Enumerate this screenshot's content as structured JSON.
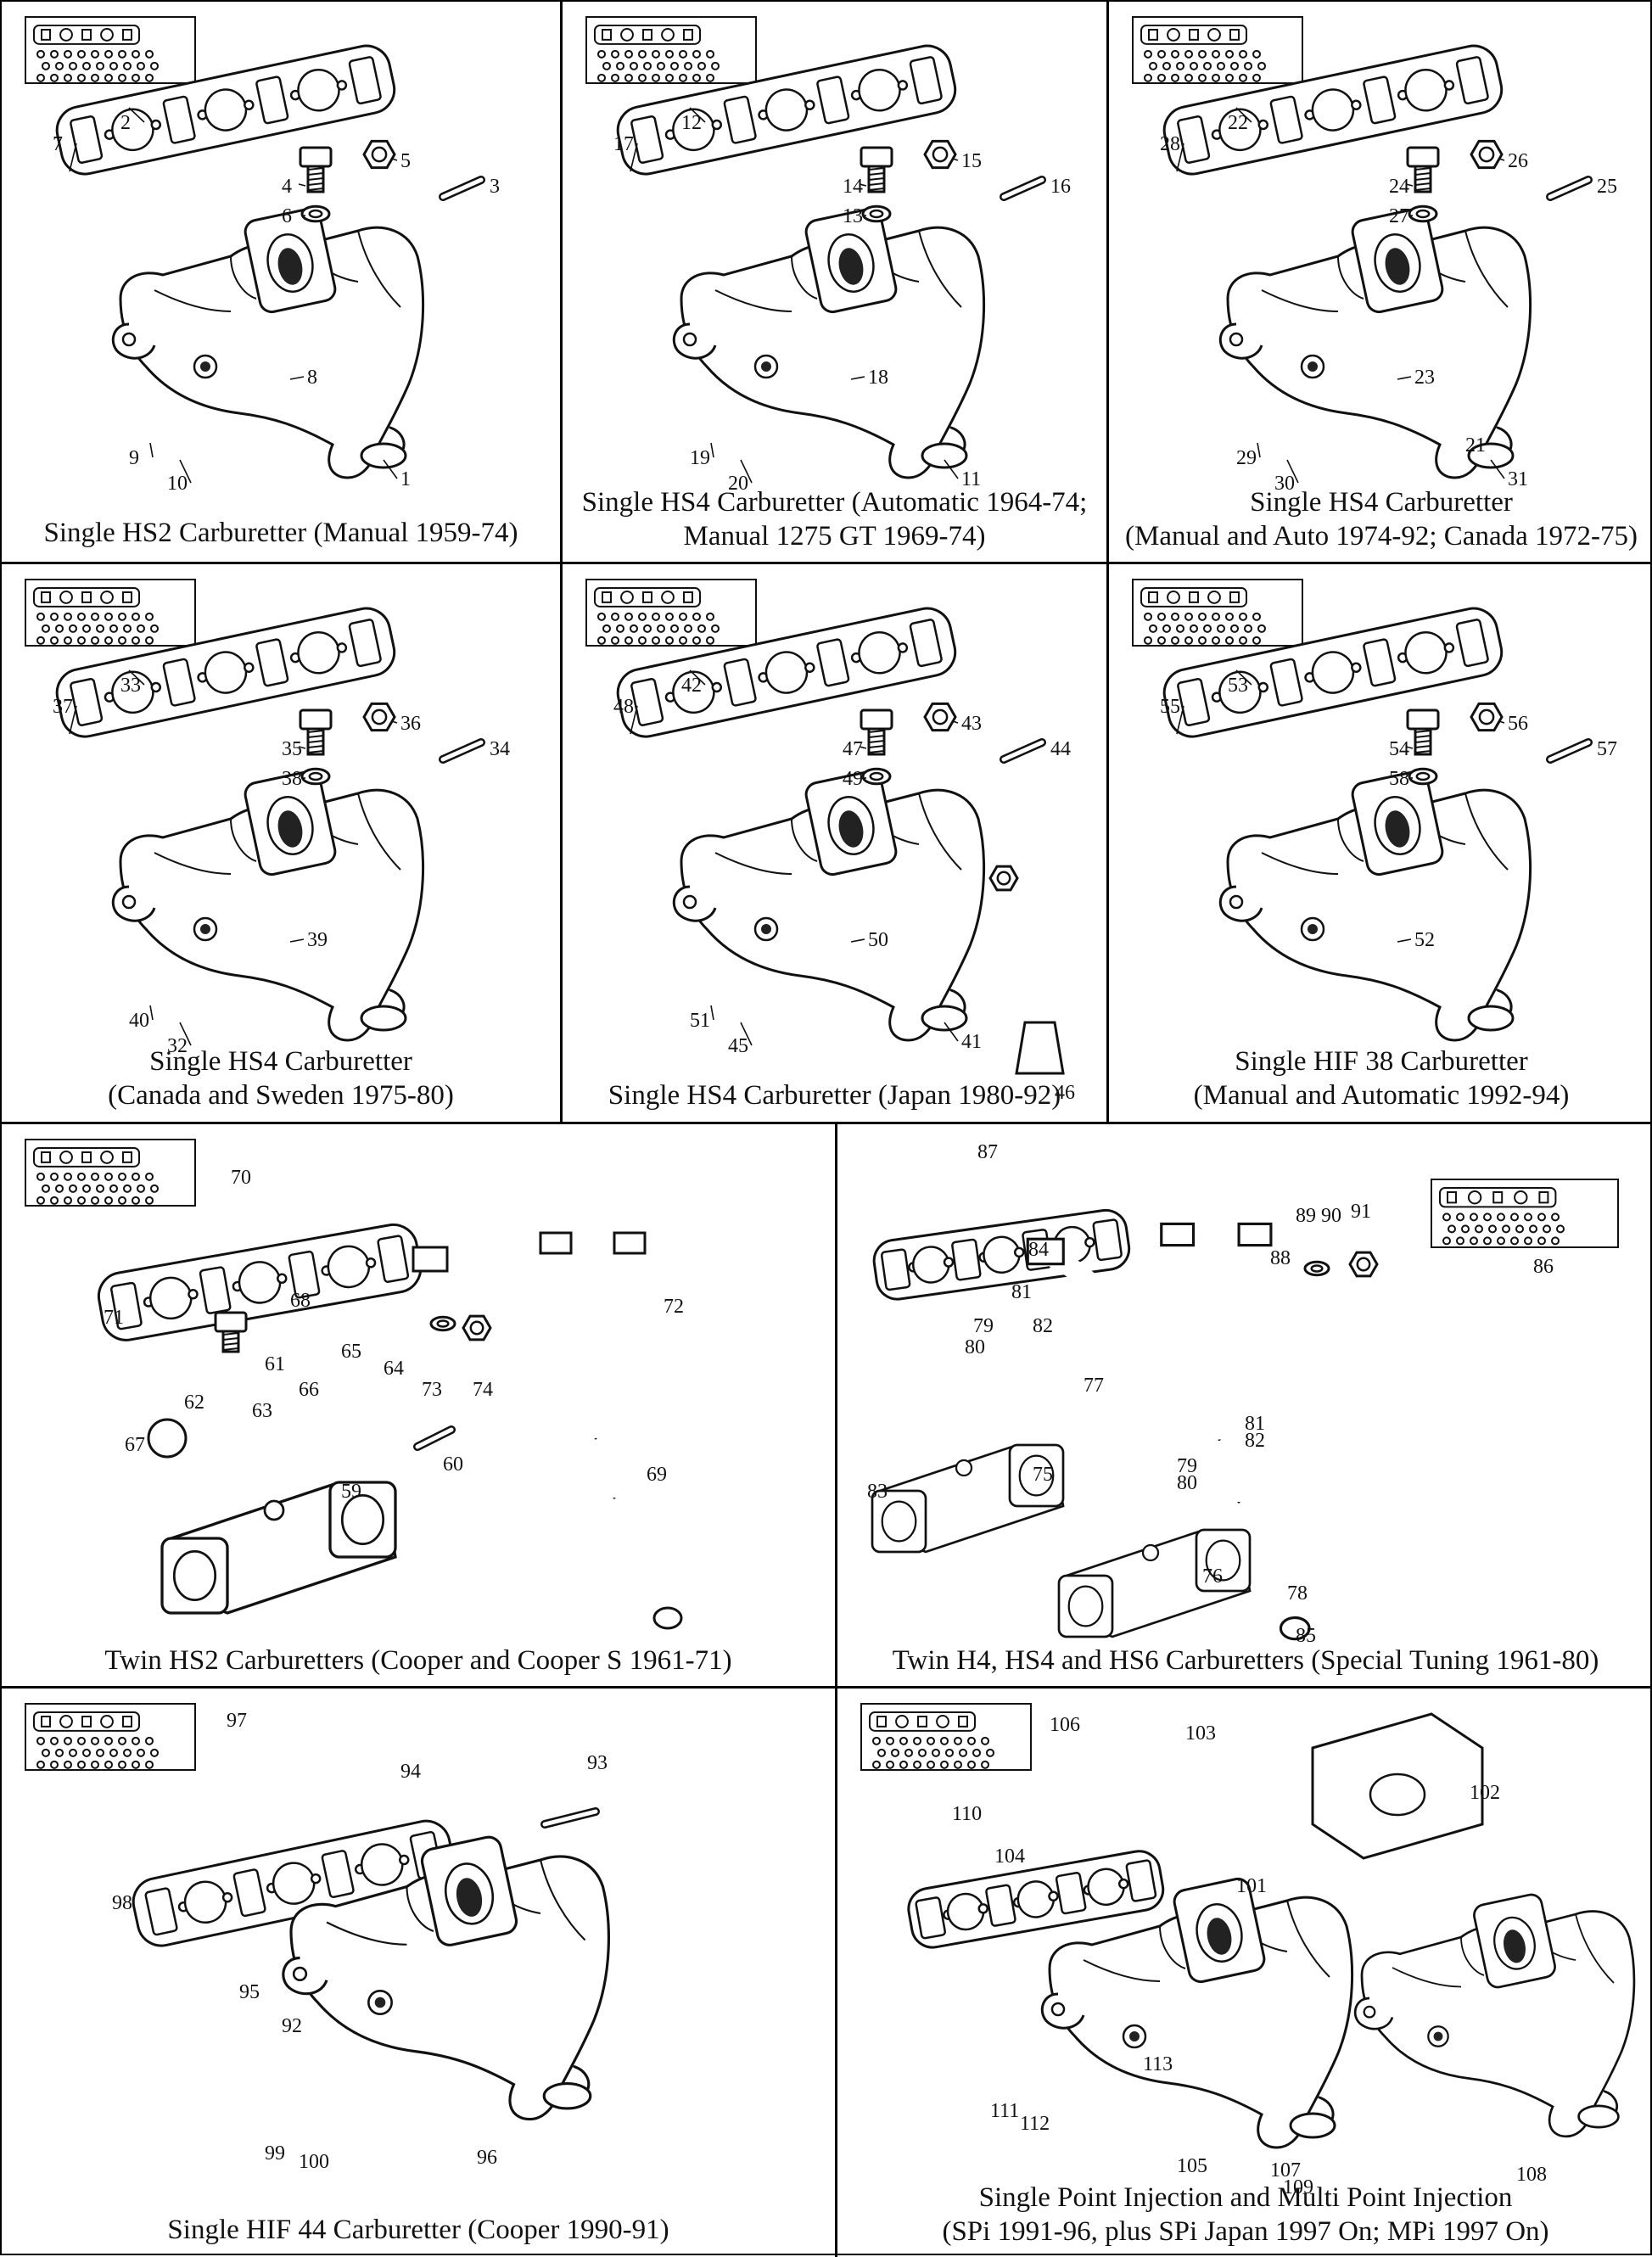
{
  "panels": [
    {
      "caption": [
        "Single HS2 Carburetter (Manual 1959-74)"
      ],
      "parts": [
        "2",
        "7",
        "4",
        "5",
        "3",
        "6",
        "8",
        "9",
        "10",
        "1"
      ]
    },
    {
      "caption": [
        "Single HS4 Carburetter (Automatic 1964-74;",
        "Manual 1275 GT 1969-74)"
      ],
      "parts": [
        "12",
        "17",
        "14",
        "15",
        "16",
        "13",
        "18",
        "19",
        "20",
        "11"
      ]
    },
    {
      "caption": [
        "Single HS4 Carburetter",
        "(Manual and Auto 1974-92; Canada 1972-75)"
      ],
      "parts": [
        "22",
        "28",
        "24",
        "26",
        "25",
        "27",
        "23",
        "29",
        "30",
        "31",
        "21"
      ]
    },
    {
      "caption": [
        "Single HS4 Carburetter",
        "(Canada and Sweden 1975-80)"
      ],
      "parts": [
        "33",
        "37",
        "35",
        "36",
        "34",
        "38",
        "39",
        "40",
        "32"
      ]
    },
    {
      "caption": [
        "Single HS4 Carburetter (Japan 1980-92)"
      ],
      "parts": [
        "42",
        "48",
        "47",
        "43",
        "44",
        "49",
        "50",
        "51",
        "45",
        "41",
        "46"
      ]
    },
    {
      "caption": [
        "Single HIF 38 Carburetter",
        "(Manual and Automatic 1992-94)"
      ],
      "parts": [
        "53",
        "55",
        "54",
        "56",
        "57",
        "58",
        "52"
      ]
    },
    {
      "caption": [
        "Twin HS2 Carburetters (Cooper and Cooper S 1961-71)"
      ],
      "parts": [
        "70",
        "71",
        "68",
        "65",
        "64",
        "72",
        "62",
        "61",
        "73",
        "74",
        "66",
        "63",
        "60",
        "67",
        "59",
        "69"
      ]
    },
    {
      "caption": [
        "Twin H4, HS4 and HS6 Carburetters (Special Tuning 1961-80)"
      ],
      "parts": [
        "87",
        "89",
        "90",
        "91",
        "88",
        "86",
        "84",
        "81",
        "79",
        "82",
        "80",
        "77",
        "81",
        "82",
        "79",
        "80",
        "83",
        "75",
        "76",
        "78",
        "85"
      ]
    },
    {
      "caption": [
        "Single HIF 44 Carburetter (Cooper 1990-91)"
      ],
      "parts": [
        "97",
        "94",
        "93",
        "98",
        "95",
        "92",
        "99",
        "100",
        "96"
      ]
    },
    {
      "caption": [
        "Single Point Injection and Multi Point Injection",
        "(SPi 1991-96, plus SPi Japan 1997 On; MPi 1997 On)"
      ],
      "parts": [
        "106",
        "103",
        "102",
        "110",
        "104",
        "101",
        "113",
        "111",
        "112",
        "107",
        "109",
        "105",
        "108"
      ]
    }
  ]
}
